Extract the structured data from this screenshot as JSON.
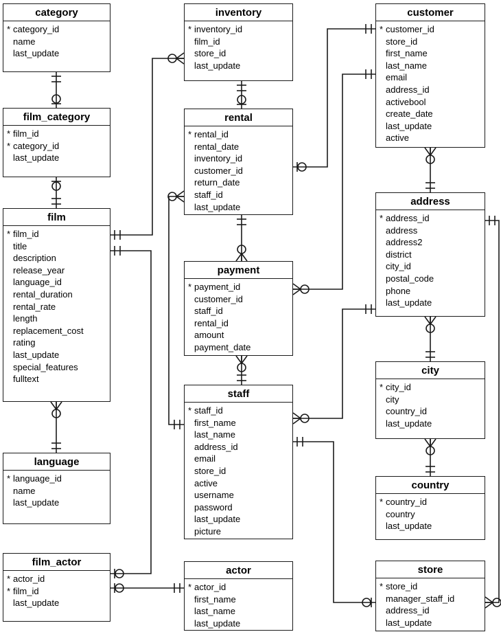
{
  "diagram": {
    "pk_marker": "*",
    "tables": [
      {
        "name": "category",
        "fields": [
          {
            "label": "category_id",
            "pk": true
          },
          {
            "label": "name",
            "pk": false
          },
          {
            "label": "last_update",
            "pk": false
          }
        ]
      },
      {
        "name": "film_category",
        "fields": [
          {
            "label": "film_id",
            "pk": true
          },
          {
            "label": "category_id",
            "pk": true
          },
          {
            "label": "last_update",
            "pk": false
          }
        ]
      },
      {
        "name": "film",
        "fields": [
          {
            "label": "film_id",
            "pk": true
          },
          {
            "label": "title",
            "pk": false
          },
          {
            "label": "description",
            "pk": false
          },
          {
            "label": "release_year",
            "pk": false
          },
          {
            "label": "language_id",
            "pk": false
          },
          {
            "label": "rental_duration",
            "pk": false
          },
          {
            "label": "rental_rate",
            "pk": false
          },
          {
            "label": "length",
            "pk": false
          },
          {
            "label": "replacement_cost",
            "pk": false
          },
          {
            "label": "rating",
            "pk": false
          },
          {
            "label": "last_update",
            "pk": false
          },
          {
            "label": "special_features",
            "pk": false
          },
          {
            "label": "fulltext",
            "pk": false
          }
        ]
      },
      {
        "name": "language",
        "fields": [
          {
            "label": "language_id",
            "pk": true
          },
          {
            "label": "name",
            "pk": false
          },
          {
            "label": "last_update",
            "pk": false
          }
        ]
      },
      {
        "name": "film_actor",
        "fields": [
          {
            "label": "actor_id",
            "pk": true
          },
          {
            "label": "film_id",
            "pk": true
          },
          {
            "label": "last_update",
            "pk": false
          }
        ]
      },
      {
        "name": "inventory",
        "fields": [
          {
            "label": "inventory_id",
            "pk": true
          },
          {
            "label": "film_id",
            "pk": false
          },
          {
            "label": "store_id",
            "pk": false
          },
          {
            "label": "last_update",
            "pk": false
          }
        ]
      },
      {
        "name": "rental",
        "fields": [
          {
            "label": "rental_id",
            "pk": true
          },
          {
            "label": "rental_date",
            "pk": false
          },
          {
            "label": "inventory_id",
            "pk": false
          },
          {
            "label": "customer_id",
            "pk": false
          },
          {
            "label": "return_date",
            "pk": false
          },
          {
            "label": "staff_id",
            "pk": false
          },
          {
            "label": "last_update",
            "pk": false
          }
        ]
      },
      {
        "name": "payment",
        "fields": [
          {
            "label": "payment_id",
            "pk": true
          },
          {
            "label": "customer_id",
            "pk": false
          },
          {
            "label": "staff_id",
            "pk": false
          },
          {
            "label": "rental_id",
            "pk": false
          },
          {
            "label": "amount",
            "pk": false
          },
          {
            "label": "payment_date",
            "pk": false
          }
        ]
      },
      {
        "name": "staff",
        "fields": [
          {
            "label": "staff_id",
            "pk": true
          },
          {
            "label": "first_name",
            "pk": false
          },
          {
            "label": "last_name",
            "pk": false
          },
          {
            "label": "address_id",
            "pk": false
          },
          {
            "label": "email",
            "pk": false
          },
          {
            "label": "store_id",
            "pk": false
          },
          {
            "label": "active",
            "pk": false
          },
          {
            "label": "username",
            "pk": false
          },
          {
            "label": "password",
            "pk": false
          },
          {
            "label": "last_update",
            "pk": false
          },
          {
            "label": "picture",
            "pk": false
          }
        ]
      },
      {
        "name": "actor",
        "fields": [
          {
            "label": "actor_id",
            "pk": true
          },
          {
            "label": "first_name",
            "pk": false
          },
          {
            "label": "last_name",
            "pk": false
          },
          {
            "label": "last_update",
            "pk": false
          }
        ]
      },
      {
        "name": "customer",
        "fields": [
          {
            "label": "customer_id",
            "pk": true
          },
          {
            "label": "store_id",
            "pk": false
          },
          {
            "label": "first_name",
            "pk": false
          },
          {
            "label": "last_name",
            "pk": false
          },
          {
            "label": "email",
            "pk": false
          },
          {
            "label": "address_id",
            "pk": false
          },
          {
            "label": "activebool",
            "pk": false
          },
          {
            "label": "create_date",
            "pk": false
          },
          {
            "label": "last_update",
            "pk": false
          },
          {
            "label": "active",
            "pk": false
          }
        ]
      },
      {
        "name": "address",
        "fields": [
          {
            "label": "address_id",
            "pk": true
          },
          {
            "label": "address",
            "pk": false
          },
          {
            "label": "address2",
            "pk": false
          },
          {
            "label": "district",
            "pk": false
          },
          {
            "label": "city_id",
            "pk": false
          },
          {
            "label": "postal_code",
            "pk": false
          },
          {
            "label": "phone",
            "pk": false
          },
          {
            "label": "last_update",
            "pk": false
          }
        ]
      },
      {
        "name": "city",
        "fields": [
          {
            "label": "city_id",
            "pk": true
          },
          {
            "label": "city",
            "pk": false
          },
          {
            "label": "country_id",
            "pk": false
          },
          {
            "label": "last_update",
            "pk": false
          }
        ]
      },
      {
        "name": "country",
        "fields": [
          {
            "label": "country_id",
            "pk": true
          },
          {
            "label": "country",
            "pk": false
          },
          {
            "label": "last_update",
            "pk": false
          }
        ]
      },
      {
        "name": "store",
        "fields": [
          {
            "label": "store_id",
            "pk": true
          },
          {
            "label": "manager_staff_id",
            "pk": false
          },
          {
            "label": "address_id",
            "pk": false
          },
          {
            "label": "last_update",
            "pk": false
          }
        ]
      }
    ],
    "relationships": [
      {
        "table_a": "category",
        "end_a": "one",
        "table_b": "film_category",
        "end_b": "zero-one"
      },
      {
        "table_a": "film_category",
        "end_a": "zero-one",
        "table_b": "film",
        "end_b": "one"
      },
      {
        "table_a": "film",
        "end_a": "zero-many",
        "table_b": "language",
        "end_b": "one"
      },
      {
        "table_a": "film",
        "end_a": "one",
        "table_b": "inventory",
        "end_b": "zero-many"
      },
      {
        "table_a": "film",
        "end_a": "one",
        "table_b": "film_actor",
        "end_b": "zero-one"
      },
      {
        "table_a": "actor",
        "end_a": "one",
        "table_b": "film_actor",
        "end_b": "zero-one"
      },
      {
        "table_a": "inventory",
        "end_a": "one",
        "table_b": "rental",
        "end_b": "zero-one"
      },
      {
        "table_a": "rental",
        "end_a": "one",
        "table_b": "payment",
        "end_b": "zero-many"
      },
      {
        "table_a": "payment",
        "end_a": "zero-many",
        "table_b": "staff",
        "end_b": "one"
      },
      {
        "table_a": "rental",
        "end_a": "zero-many",
        "table_b": "staff",
        "end_b": "one"
      },
      {
        "table_a": "rental",
        "end_a": "zero-one",
        "table_b": "customer",
        "end_b": "one"
      },
      {
        "table_a": "payment",
        "end_a": "zero-many",
        "table_b": "customer",
        "end_b": "one"
      },
      {
        "table_a": "customer",
        "end_a": "zero-many",
        "table_b": "address",
        "end_b": "one"
      },
      {
        "table_a": "staff",
        "end_a": "zero-many",
        "table_b": "address",
        "end_b": "one"
      },
      {
        "table_a": "address",
        "end_a": "zero-many",
        "table_b": "city",
        "end_b": "one"
      },
      {
        "table_a": "city",
        "end_a": "zero-many",
        "table_b": "country",
        "end_b": "one"
      },
      {
        "table_a": "staff",
        "end_a": "one",
        "table_b": "store",
        "end_b": "zero-one"
      },
      {
        "table_a": "address",
        "end_a": "one",
        "table_b": "store",
        "end_b": "zero-many"
      }
    ]
  }
}
